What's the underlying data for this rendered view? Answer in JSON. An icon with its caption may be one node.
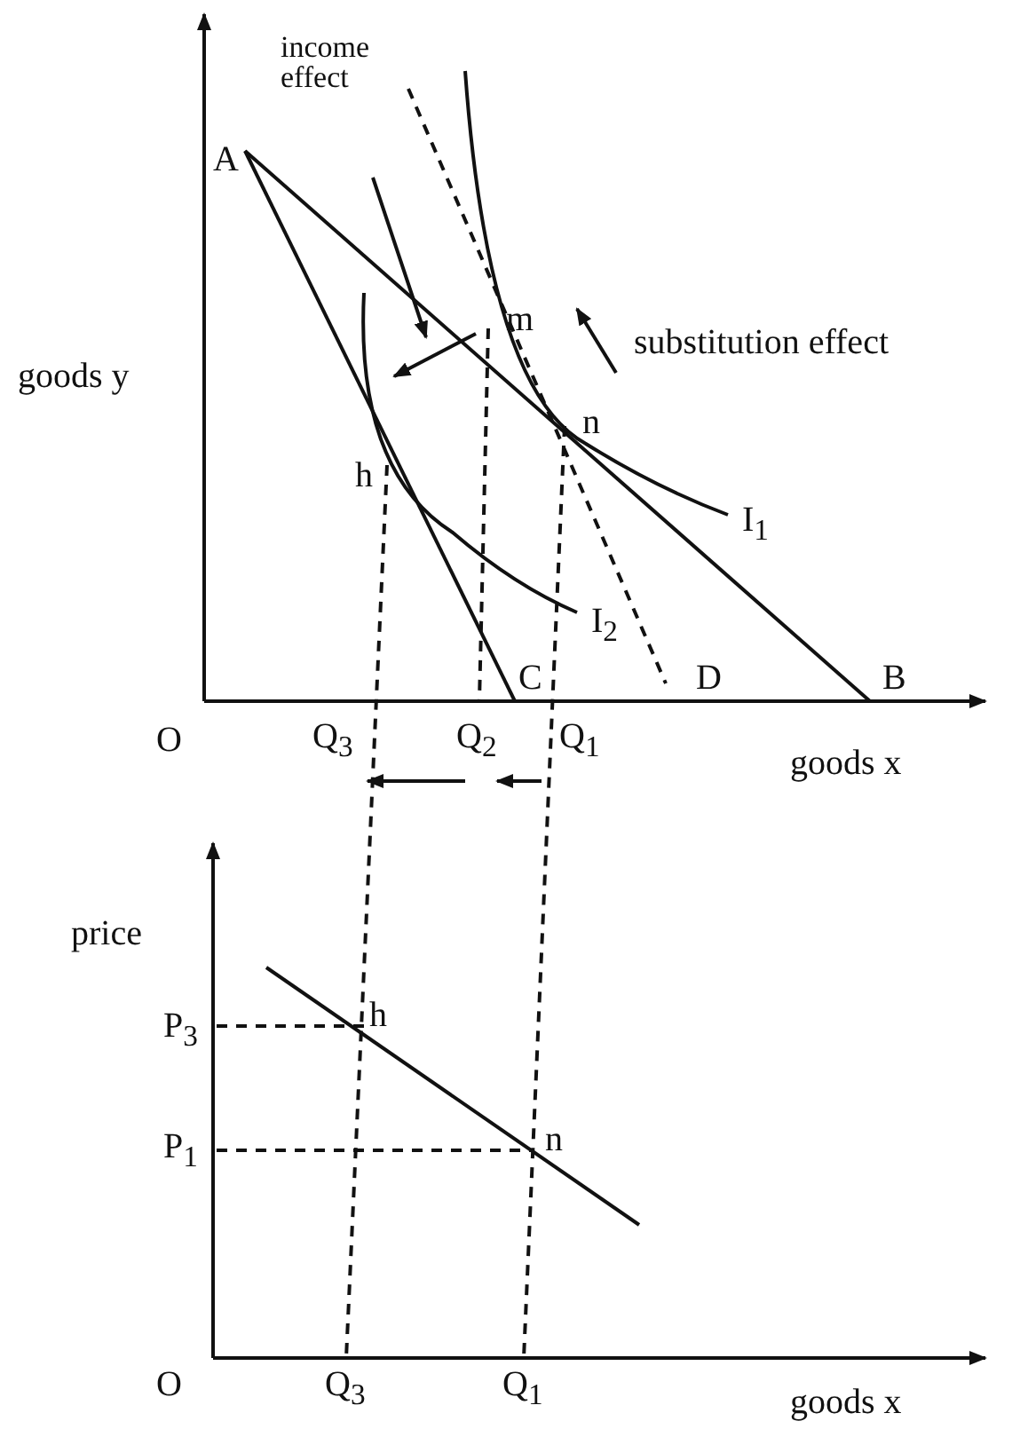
{
  "diagram": {
    "labels": [
      "income effect",
      "A",
      "goods y",
      "m",
      "substitution effect",
      "n",
      "h",
      "I$_{1}$",
      "I$_{2}$",
      "C",
      "D",
      "B",
      "O",
      "Q$_{3}$",
      "Q$_{2}$",
      "Q$_{1}$",
      "goods x",
      "price",
      "P$_{3}$",
      "h",
      "P$_{1}$",
      "n",
      "O",
      "Q$_{3}$",
      "Q$_{1}$",
      "goods x"
    ]
  }
}
